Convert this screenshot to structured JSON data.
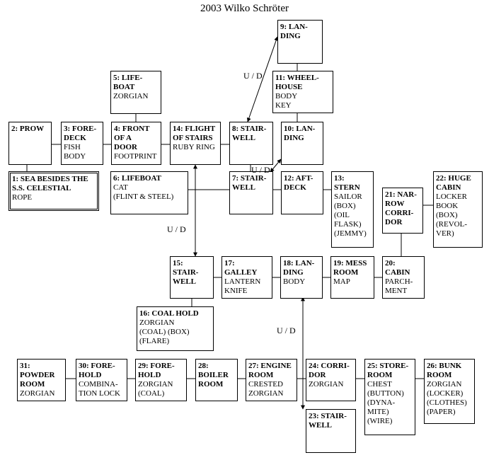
{
  "header": {
    "title": "2003 Wilko Schröter"
  },
  "rooms": {
    "r1": {
      "name": "1: SEA BESIDES THE S.S. CELESTIAL",
      "content": "ROPE"
    },
    "r2": {
      "name": "2: PROW",
      "content": ""
    },
    "r3": {
      "name": "3: FORE-\nDECK",
      "content": "FISH\nBODY"
    },
    "r4": {
      "name": "4: FRONT\nOF A\nDOOR",
      "content": "FOOTPRINT"
    },
    "r5": {
      "name": "5: LIFE-\nBOAT",
      "content": "ZORGIAN"
    },
    "r6": {
      "name": "6: LIFEBOAT",
      "content": "CAT\n(FLINT & STEEL)"
    },
    "r7": {
      "name": "7: STAIR-\nWELL",
      "content": ""
    },
    "r8": {
      "name": "8: STAIR-\nWELL",
      "content": ""
    },
    "r9": {
      "name": "9: LAN-\nDING",
      "content": ""
    },
    "r10": {
      "name": "10: LAN-\nDING",
      "content": ""
    },
    "r11": {
      "name": "11: WHEEL-\nHOUSE",
      "content": "BODY\nKEY"
    },
    "r12": {
      "name": "12: AFT-\nDECK",
      "content": ""
    },
    "r13": {
      "name": "13:\nSTERN",
      "content": "SAILOR\n(BOX)\n(OIL\nFLASK)\n(JEMMY)"
    },
    "r14": {
      "name": "14: FLIGHT\nOF STAIRS",
      "content": "RUBY RING"
    },
    "r15": {
      "name": "15:\nSTAIR-\nWELL",
      "content": ""
    },
    "r16": {
      "name": "16: COAL HOLD",
      "content": "ZORGIAN\n(COAL) (BOX)\n(FLARE)"
    },
    "r17": {
      "name": "17:\nGALLEY",
      "content": "LANTERN\nKNIFE"
    },
    "r18": {
      "name": "18: LAN-\nDING",
      "content": "BODY"
    },
    "r19": {
      "name": "19: MESS\nROOM",
      "content": "MAP"
    },
    "r20": {
      "name": "20:\nCABIN",
      "content": "PARCH-\nMENT"
    },
    "r21": {
      "name": "21: NAR-\nROW CORRI-\nDOR",
      "content": ""
    },
    "r22": {
      "name": "22: HUGE\nCABIN",
      "content": "LOCKER\nBOOK\n(BOX)\n(REVOL-\nVER)"
    },
    "r23": {
      "name": "23: STAIR-\nWELL",
      "content": ""
    },
    "r24": {
      "name": "24: CORRI-\nDOR",
      "content": "ZORGIAN"
    },
    "r25": {
      "name": "25: STORE-\nROOM",
      "content": "CHEST\n(BUTTON)\n(DYNA-\nMITE)\n(WIRE)"
    },
    "r26": {
      "name": "26: BUNK\nROOM",
      "content": "ZORGIAN\n(LOCKER)\n(CLOTHES)\n(PAPER)"
    },
    "r27": {
      "name": "27: ENGINE\nROOM",
      "content": "CRESTED\nZORGIAN"
    },
    "r28": {
      "name": "28:\nBOILER\nROOM",
      "content": ""
    },
    "r29": {
      "name": "29: FORE-\nHOLD",
      "content": "ZORGIAN\n(COAL)"
    },
    "r30": {
      "name": "30: FORE-\nHOLD",
      "content": "COMBINA-\nTION LOCK"
    },
    "r31": {
      "name": "31:\nPOWDER\nROOM",
      "content": "ZORGIAN"
    }
  },
  "labels": {
    "ud1": "U / D",
    "ud2": "U / D",
    "ud3": "U / D",
    "ud4": "U / D"
  }
}
